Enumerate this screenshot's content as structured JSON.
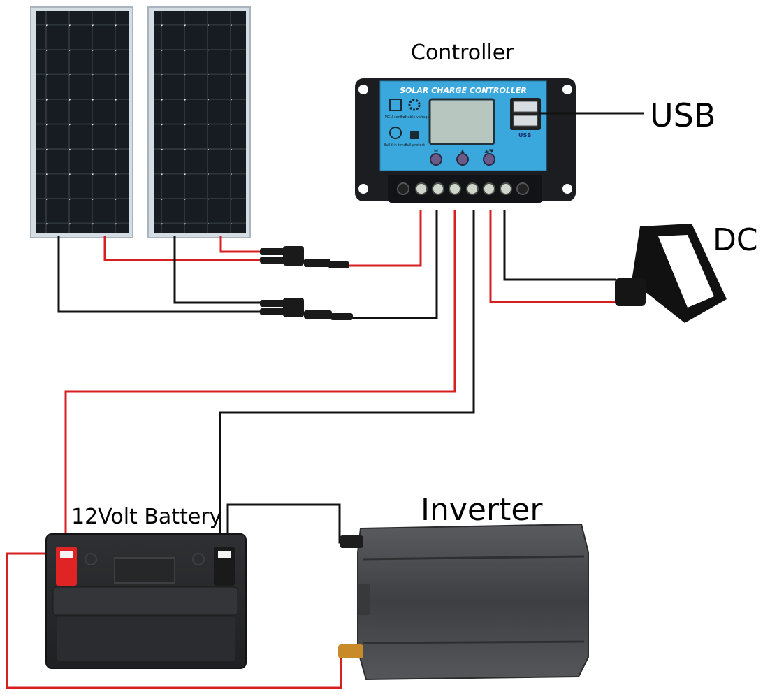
{
  "labels": {
    "controller": "Controller",
    "usb": "USB",
    "dc": "DC",
    "battery": "12Volt Battery",
    "inverter": "Inverter"
  },
  "controller_panel": {
    "title": "SOLAR CHARGE CONTROLLER",
    "usb_badge": "USB",
    "icon_texts": [
      "MCU control",
      "Settable voltage",
      "Build-in timer",
      "Full protect"
    ],
    "button_marks": [
      "M",
      "▲",
      "▲/▼"
    ]
  },
  "colors": {
    "wire_positive": "#d42020",
    "wire_negative": "#111111",
    "panel_cell": "#101418",
    "panel_frame": "#c8d0d8",
    "controller_face": "#3aa8dc",
    "controller_body": "#1a1c20",
    "battery_body": "#2a2b2d",
    "battery_positive": "#e02424",
    "inverter_body": "#4a4b4d"
  },
  "components": [
    {
      "id": "solar-panel-1",
      "kind": "solar panel"
    },
    {
      "id": "solar-panel-2",
      "kind": "solar panel"
    },
    {
      "id": "charge-controller",
      "kind": "controller"
    },
    {
      "id": "dc-load",
      "kind": "DC load"
    },
    {
      "id": "battery",
      "kind": "12V battery"
    },
    {
      "id": "inverter",
      "kind": "inverter"
    }
  ]
}
